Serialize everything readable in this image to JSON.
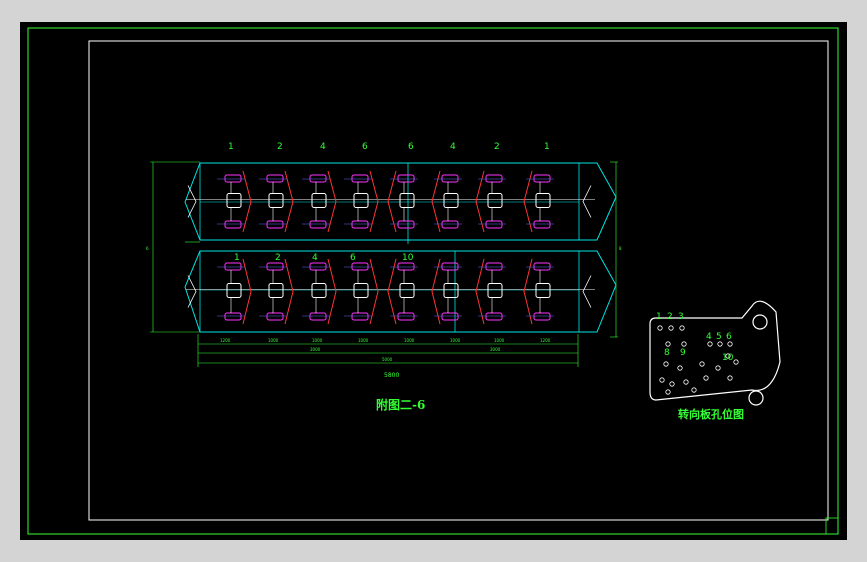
{
  "drawing": {
    "caption": "附图二-6",
    "plate_caption": "转向板孔位图",
    "top_numbers": [
      "1",
      "2",
      "4",
      "6",
      "6",
      "4",
      "2",
      "1"
    ],
    "row2_numbers": [
      "1",
      "2",
      "4",
      "6",
      "10"
    ],
    "plate_numbers_top": [
      "1",
      "2",
      "3"
    ],
    "plate_numbers_mid": [
      "4",
      "5",
      "6"
    ],
    "plate_numbers_low": [
      "8",
      "9",
      "10"
    ],
    "dim_labels": [
      "1200",
      "1000",
      "1000",
      "1000",
      "1000",
      "1000",
      "1000",
      "1200"
    ],
    "dim_subtotal": [
      "3000",
      "3000"
    ],
    "dim_overall_inner": "5000",
    "dim_overall": "5800",
    "colors": {
      "border": "#33ff33",
      "frame": "#ffffff",
      "outline": "#00e5e5",
      "part_magenta": "#ff33ff",
      "part_red": "#ff3333",
      "part_white": "#ffffff",
      "part_blue": "#6666ff"
    }
  }
}
